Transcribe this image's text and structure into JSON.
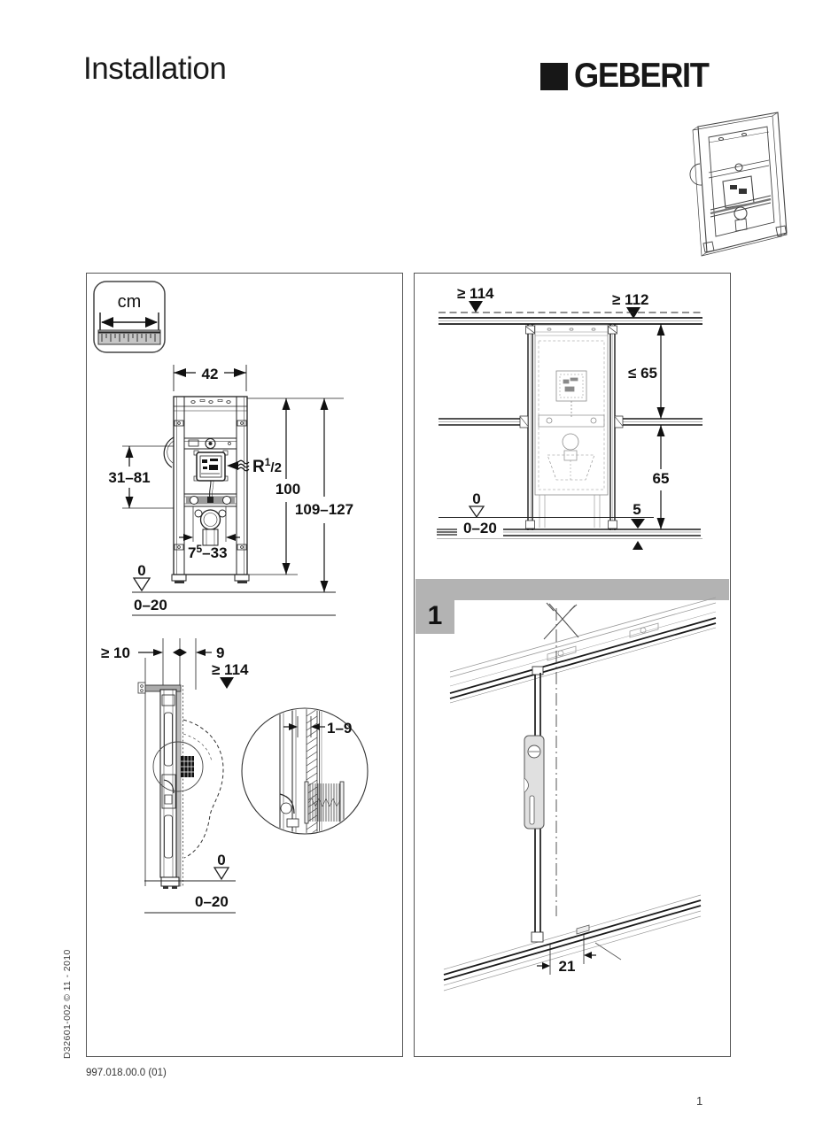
{
  "header": {
    "title": "Installation",
    "brand": "GEBERIT"
  },
  "ruler_legend": {
    "unit": "cm"
  },
  "front_view": {
    "width": "42",
    "inlet_height": "31–81",
    "thread_prefix": "R",
    "thread_sup": "1",
    "thread_suffix": "/2",
    "frame_height": "100",
    "install_height": "109–127",
    "outlet_base": "7",
    "outlet_sup": "5",
    "outlet_rest": "–33",
    "floor_zero": "0",
    "floor_range": "0–20"
  },
  "section_view": {
    "left_min_height": "≥ 114",
    "right_min_height": "≥ 112",
    "upper_gap": "≤ 65",
    "lower_gap": "65",
    "rail_offset": "5",
    "floor_zero": "0",
    "floor_range": "0–20"
  },
  "side_view": {
    "wall_distance": "≥ 10",
    "profile_depth": "9",
    "min_height": "≥ 114",
    "detail_gap": "1–9",
    "floor_zero": "0",
    "floor_range": "0–20"
  },
  "step1": {
    "number": "1",
    "rail_offset": "21"
  },
  "footer": {
    "doc_code": "997.018.00.0 (01)",
    "page_number": "1",
    "side_note": "D32601-002 © 11 - 2010"
  },
  "colors": {
    "banner_gray": "#b3b3b3",
    "ink": "#1a1a1a"
  }
}
